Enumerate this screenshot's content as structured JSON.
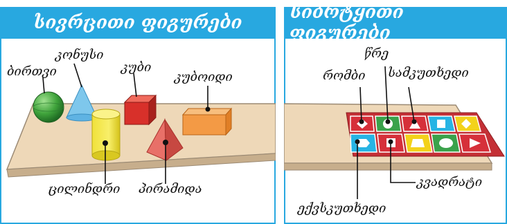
{
  "left_panel": {
    "title": "სივრცითი ფიგურები",
    "labels": {
      "sphere": "ბირთვი",
      "cone": "კონუსი",
      "cube": "კუბი",
      "cuboid": "კუბოიდი",
      "cylinder": "ცილინდრი",
      "pyramid": "პირამიდა"
    }
  },
  "right_panel": {
    "title": "სიბრტყითი ფიგურები",
    "labels": {
      "circle": "წრე",
      "rhombus": "რომბი",
      "triangle": "სამკუთხედი",
      "square": "კვადრატი",
      "hexagon": "ექვსკუთხედი"
    }
  },
  "colors": {
    "header": "#28a8e0",
    "board": "#eed8b8",
    "card_red": "#d6303a",
    "card_green": "#3aa24b",
    "card_cyan": "#27b4e4",
    "card_yellow": "#f3d21b"
  }
}
